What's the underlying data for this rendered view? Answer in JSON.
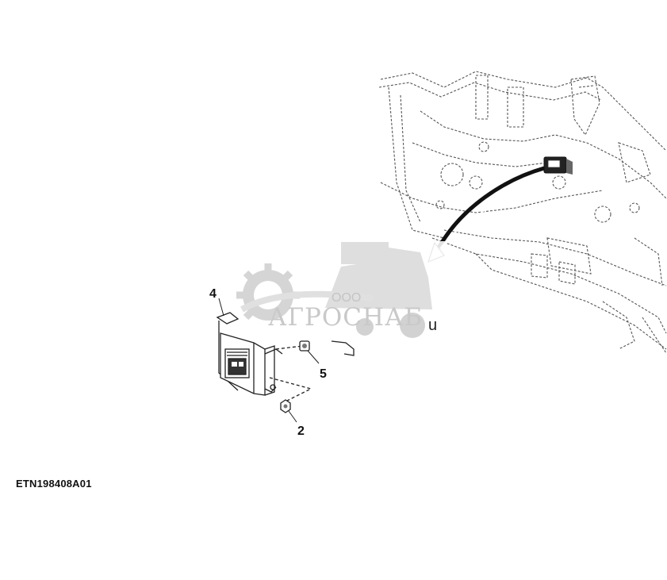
{
  "diagram": {
    "callouts": [
      {
        "id": "4",
        "label": "4"
      },
      {
        "id": "5",
        "label": "5"
      },
      {
        "id": "2",
        "label": "2"
      }
    ],
    "figure_code": "ETN198408A01",
    "watermark": {
      "company_prefix": "ООО",
      "company_name": "АГРОСНАБ",
      "trailing_text": "u"
    }
  }
}
